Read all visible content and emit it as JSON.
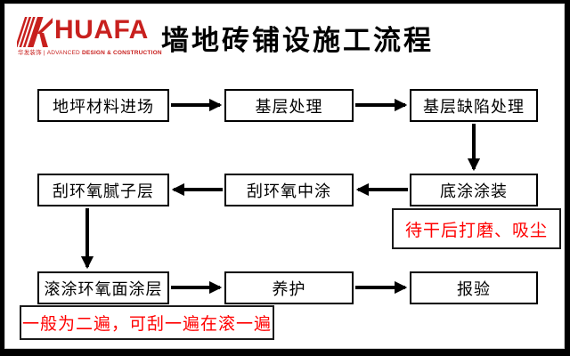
{
  "header": {
    "logo": {
      "brand": "HUAFA",
      "tagline_left": "华发装饰 | ADVANCED ",
      "tagline_bold": "DESIGN & CONSTRUCTION"
    },
    "title": "墙地砖铺设施工流程"
  },
  "flowchart": {
    "nodes": [
      {
        "id": "floor-material-entry",
        "label": "地坪材料进场"
      },
      {
        "id": "base-treatment",
        "label": "基层处理"
      },
      {
        "id": "base-defect-treatment",
        "label": "基层缺陷处理"
      },
      {
        "id": "epoxy-putty-scraping",
        "label": "刮环氧腻子层"
      },
      {
        "id": "epoxy-midcoat-scraping",
        "label": "刮环氧中涂"
      },
      {
        "id": "primer-coating",
        "label": "底涂涂装"
      },
      {
        "id": "epoxy-topcoat-rolling",
        "label": "滚涂环氧面涂层"
      },
      {
        "id": "curing",
        "label": "养护"
      },
      {
        "id": "inspection",
        "label": "报验"
      }
    ],
    "annotations": [
      {
        "id": "primer-note",
        "label": "待干后打磨、吸尘"
      },
      {
        "id": "topcoat-note",
        "label": "一般为二遍，可刮一遍在滚一遍"
      }
    ]
  },
  "colors": {
    "brand_red": "#c8201e",
    "annotation_red": "#ff0000",
    "box_border": "#000000",
    "arrow": "#000000"
  }
}
